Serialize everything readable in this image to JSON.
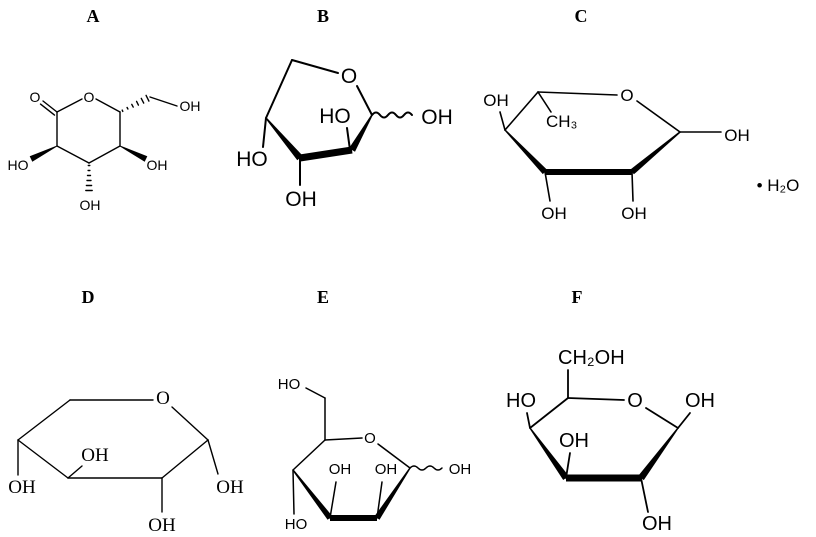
{
  "panel_labels": {
    "a": "A",
    "b": "B",
    "c": "C",
    "d": "D",
    "e": "E",
    "f": "F"
  },
  "structure_a": {
    "carbonyl_o": "O",
    "ring_o": "O",
    "side_oh": "OH",
    "left_ho": "HO",
    "right_oh": "OH",
    "bottom_oh": "OH"
  },
  "structure_b": {
    "ring_o": "O",
    "upper_ho": "HO",
    "anomeric_oh": "OH",
    "left_ho": "HO",
    "bottom_oh": "OH"
  },
  "structure_c": {
    "ring_o": "O",
    "left_oh": "OH",
    "methyl": "CH₃",
    "anomeric_oh": "OH",
    "bottom_left_oh": "OH",
    "bottom_right_oh": "OH",
    "hydrate": "• H₂O"
  },
  "structure_d": {
    "ring_o": "O",
    "upper_oh": "OH",
    "left_oh": "OH",
    "right_oh": "OH",
    "bottom_oh": "OH"
  },
  "structure_e": {
    "top_ho": "HO",
    "ring_o": "O",
    "mid_left_oh": "OH",
    "mid_right_oh": "OH",
    "anomeric_oh": "OH",
    "bottom_ho": "HO"
  },
  "structure_f": {
    "hydroxymethyl": "CH₂OH",
    "ring_o": "O",
    "anomeric_oh": "OH",
    "left_ho": "HO",
    "mid_oh": "OH",
    "bottom_oh": "OH"
  }
}
